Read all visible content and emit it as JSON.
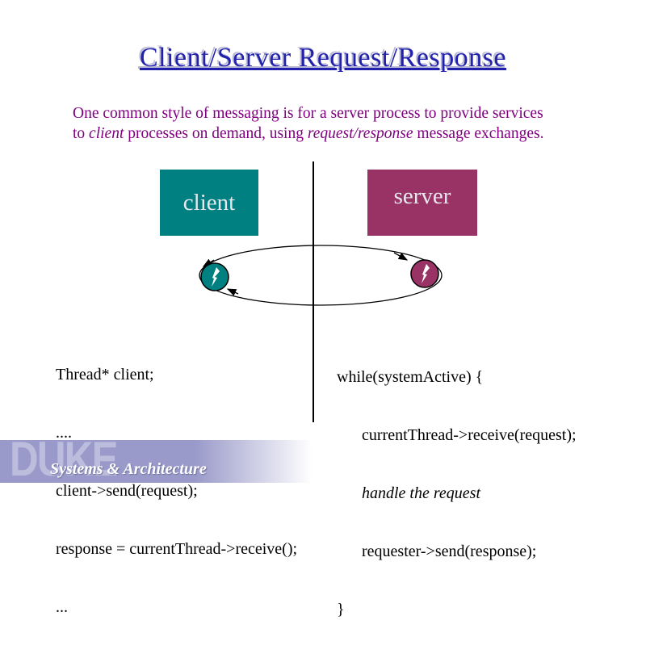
{
  "slide": {
    "title": "Client/Server Request/Response",
    "intro": {
      "line1": "One common style of messaging is for a server process to provide services",
      "line2_seg1": "to ",
      "line2_client_italic": "client",
      "line2_seg2": " processes on demand, using ",
      "line2_reqresp_italic": "request/response",
      "line2_seg3": " message exchanges."
    },
    "diagram": {
      "client_label": "client",
      "server_label": "server",
      "left_icon": "lightning-bolt",
      "right_icon": "lightning-bolt"
    },
    "code_left": {
      "lines": [
        "Thread* client;",
        "....",
        "client->send(request);",
        "response = currentThread->receive();",
        "..."
      ]
    },
    "code_right": {
      "lines": [
        "while(systemActive) {",
        "currentThread->receive(request);",
        "handle the request",
        "requester->send(response);",
        "}"
      ]
    },
    "footer": {
      "logo": "DUKE",
      "dept": "Systems & Architecture"
    }
  },
  "colors": {
    "title-blue": "#2121ac",
    "body-purple": "#800080",
    "client-teal": "#008080",
    "server-plum": "#993366",
    "banner-purple": "#9a9aca",
    "box-label": "#e8e8ee",
    "code-black": "#000000"
  }
}
